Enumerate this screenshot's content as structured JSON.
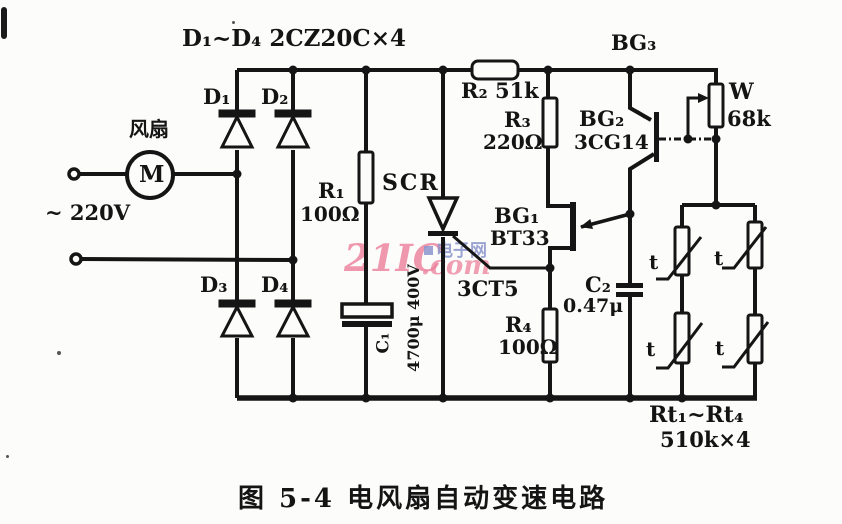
{
  "figure": {
    "caption": "图 5-4  电风扇自动变速电路"
  },
  "watermark": {
    "logo": "21IC",
    "site": "电子网",
    "domain": ".com",
    "pink": "#ec7f9b",
    "blue": "#8a94cb"
  },
  "labels": {
    "diode_header": "D₁~D₄ 2CZ20C×4",
    "fan": "风扇",
    "motor": "M",
    "ac_supply": "~ 220V",
    "d1": "D₁",
    "d2": "D₂",
    "d3": "D₃",
    "d4": "D₄",
    "r1_name": "R₁",
    "r1_value": "100Ω",
    "scr_name": "SCR",
    "scr_type": "3CT5",
    "c1_name": "C₁",
    "c1_value": "4700μ 400V",
    "r2": "R₂ 51k",
    "r3_name": "R₃",
    "r3_value": "220Ω",
    "bg1_name": "BG₁",
    "bg1_type": "BT33",
    "bg2_name": "BG₂",
    "bg2_type": "3CG14",
    "bg3_name": "BG₃",
    "r4_name": "R₄",
    "r4_value": "100Ω",
    "c2_name": "C₂",
    "c2_value": "0.47μ",
    "w_name": "W",
    "w_value": "68k",
    "t_top_left": "t",
    "t_top_right": "t",
    "t_bottom_left": "t",
    "t_bottom_right": "t",
    "rt_name": "Rt₁~Rt₄",
    "rt_value": "510k×4"
  }
}
